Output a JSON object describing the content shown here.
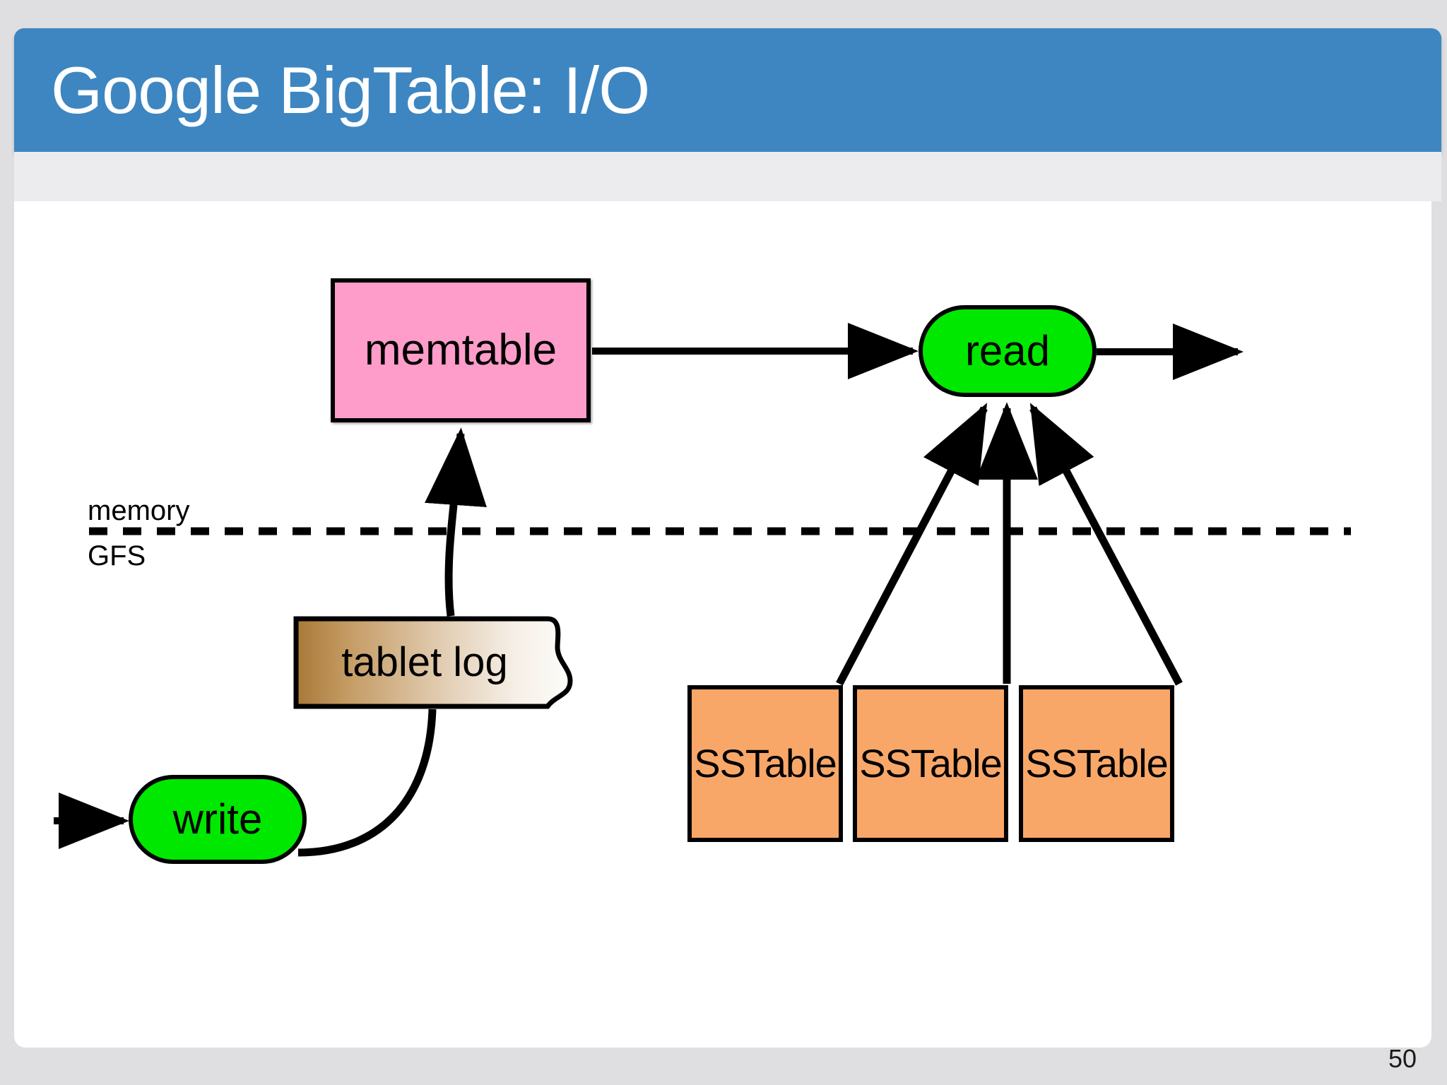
{
  "slide": {
    "title": "Google BigTable:  I/O",
    "page_number": "50",
    "theme": {
      "title_bar_color": "#3d86c1",
      "title_text_color": "#ffffff",
      "page_background": "#dfdfe2",
      "subhead_band_color": "#ececef",
      "content_background": "#ffffff"
    }
  },
  "diagram": {
    "boundary": {
      "above_label": "memory",
      "below_label": "GFS",
      "line_style": "dashed"
    },
    "nodes": {
      "memtable": {
        "label": "memtable",
        "shape": "rectangle",
        "fill": "#ff9dca"
      },
      "read": {
        "label": "read",
        "shape": "pill",
        "fill": "#00e800"
      },
      "write": {
        "label": "write",
        "shape": "pill",
        "fill": "#00e800"
      },
      "tablet_log": {
        "label": "tablet log",
        "shape": "document",
        "fill_from": "#b08040",
        "fill_to": "#fdfdfb"
      }
    },
    "sstables": [
      {
        "label": "SSTable",
        "fill": "#f9a768"
      },
      {
        "label": "SSTable",
        "fill": "#f9a768"
      },
      {
        "label": "SSTable",
        "fill": "#f9a768"
      }
    ],
    "edges": [
      {
        "name": "input-to-write",
        "from": "input",
        "to": "write",
        "style": "straight-arrow"
      },
      {
        "name": "write-to-tablet-log",
        "from": "write",
        "to": "tablet_log",
        "style": "curve"
      },
      {
        "name": "tablet-log-to-memtable",
        "from": "tablet_log",
        "to": "memtable",
        "style": "curve-arrow"
      },
      {
        "name": "memtable-to-read",
        "from": "memtable",
        "to": "read",
        "style": "straight-arrow"
      },
      {
        "name": "sstable-0-to-read",
        "from": "sstable-0",
        "to": "read",
        "style": "straight-arrow"
      },
      {
        "name": "sstable-1-to-read",
        "from": "sstable-1",
        "to": "read",
        "style": "straight-arrow"
      },
      {
        "name": "sstable-2-to-read",
        "from": "sstable-2",
        "to": "read",
        "style": "straight-arrow"
      },
      {
        "name": "read-to-output",
        "from": "read",
        "to": "output",
        "style": "straight-arrow"
      }
    ]
  }
}
